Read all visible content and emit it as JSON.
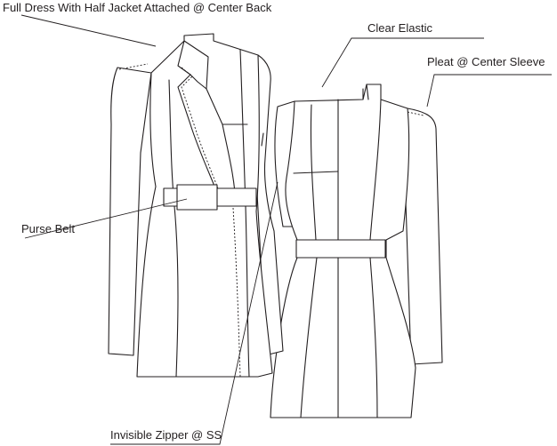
{
  "callouts": {
    "full_dress": "Full Dress With Half Jacket Attached @ Center Back",
    "clear_elastic": "Clear Elastic",
    "pleat_sleeve": "Pleat @ Center Sleeve",
    "purse_belt": "Purse Belt",
    "invisible_zipper": "Invisible Zipper @ SS"
  },
  "colors": {
    "line": "#231f20",
    "background": "#ffffff"
  }
}
